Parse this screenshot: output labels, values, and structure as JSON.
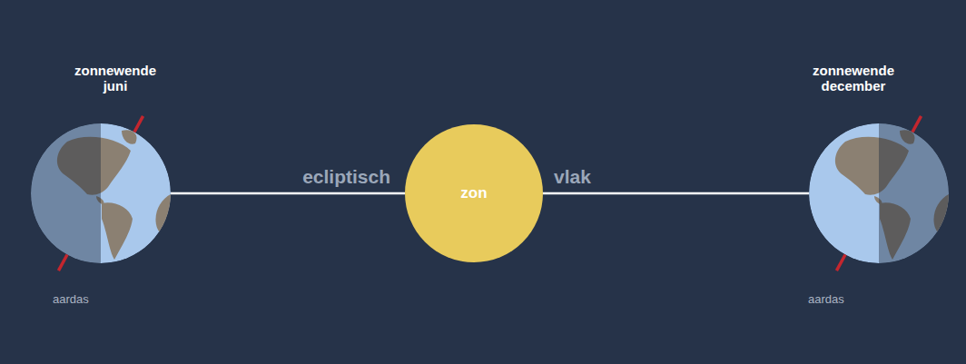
{
  "diagram": {
    "nodes": [
      {
        "text": [
          "zonnewende juni"
        ]
      },
      {
        "text": [
          "zon"
        ]
      },
      {
        "text": [
          "zonnewende december"
        ]
      }
    ],
    "edges": [
      {
        "from": 0,
        "to": 1,
        "arrow": "none",
        "label": "ecliptisch"
      },
      {
        "from": 1,
        "to": 2,
        "arrow": "none",
        "label": "vlak"
      }
    ],
    "labels": [
      "aardas",
      "aardas"
    ]
  }
}
